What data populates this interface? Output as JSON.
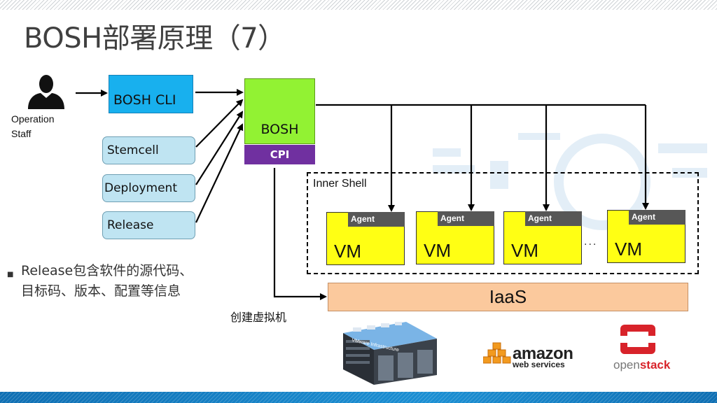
{
  "title": "BOSH部署原理（7）",
  "actor": {
    "label_line1": "Operation",
    "label_line2": "Staff",
    "icon": "person-icon"
  },
  "boxes": {
    "bosh_cli": "BOSH CLI",
    "bosh": "BOSH",
    "cpi": "CPI",
    "stemcell": "Stemcell",
    "deployment": "Deployment",
    "release": "Release",
    "iaas": "IaaS"
  },
  "inner_shell": {
    "label": "Inner Shell",
    "ellipsis": "···",
    "vms": [
      {
        "agent": "Agent",
        "label": "VM"
      },
      {
        "agent": "Agent",
        "label": "VM"
      },
      {
        "agent": "Agent",
        "label": "VM"
      },
      {
        "agent": "Agent",
        "label": "VM"
      }
    ]
  },
  "create_vm_label": "创建虚拟机",
  "bullet": {
    "line1": "Release包含软件的源代码、",
    "line2": "目标码、版本、配置等信息"
  },
  "logos": {
    "vmware": "VMware Infrastructure",
    "amazon_line1": "amazon",
    "amazon_line2": "web services",
    "openstack_part1": "open",
    "openstack_part2": "stack"
  },
  "colors": {
    "bosh_cli": "#18b0ee",
    "bosh": "#92f233",
    "cpi": "#7030a0",
    "inputs": "#bfe4f2",
    "vm": "#ffff14",
    "agent": "#575757",
    "iaas": "#fbc99d"
  }
}
